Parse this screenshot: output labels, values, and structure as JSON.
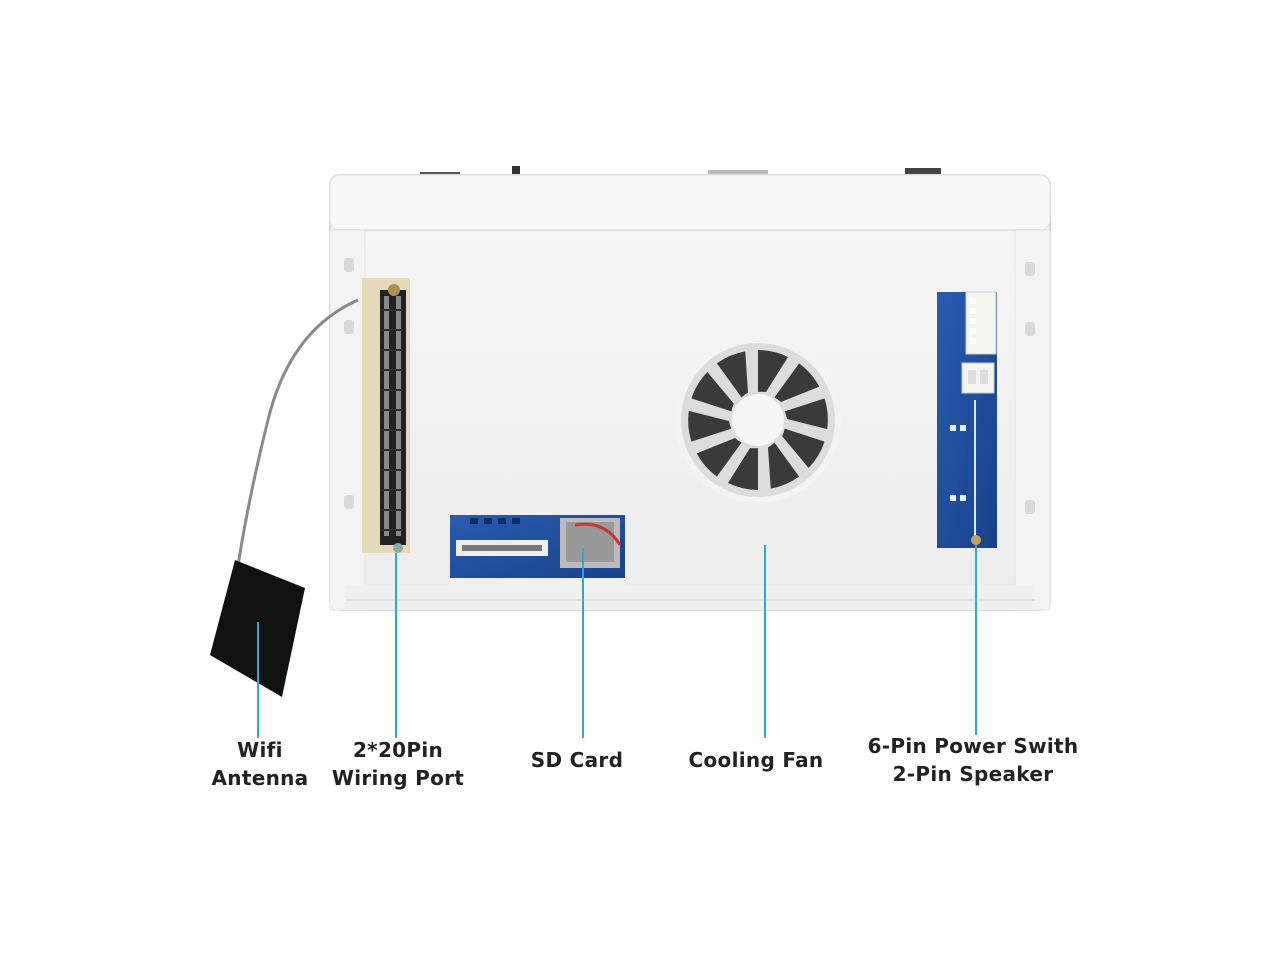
{
  "colors": {
    "background": "#ffffff",
    "enclosure": "#f4f4f4",
    "callout_line": "#29a8e0",
    "pcb": "#1f4f9e",
    "label_text": "#222222"
  },
  "callouts": [
    {
      "icon": "wifi-antenna",
      "lines": [
        "Wifi",
        "Antenna"
      ]
    },
    {
      "icon": "gpio-header",
      "lines": [
        "2*20Pin",
        "Wiring Port"
      ]
    },
    {
      "icon": "sd-card-slot",
      "lines": [
        "SD Card"
      ]
    },
    {
      "icon": "cooling-fan",
      "lines": [
        "Cooling Fan"
      ]
    },
    {
      "icon": "power-speaker-connectors",
      "lines": [
        "6-Pin Power Swith",
        "2-Pin Speaker"
      ]
    }
  ]
}
